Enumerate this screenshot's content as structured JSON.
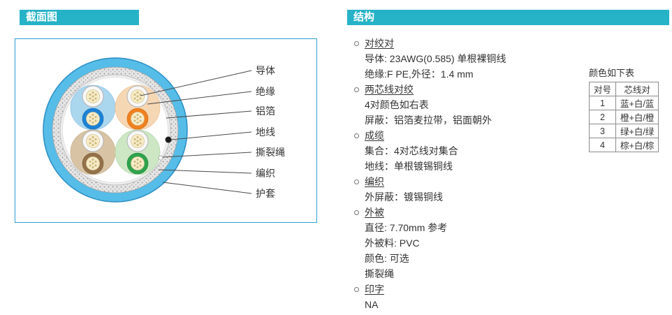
{
  "left_panel": {
    "header": "截面图",
    "labels": [
      "导体",
      "绝缘",
      "铝箔",
      "地线",
      "撕裂绳",
      "编织",
      "护套"
    ]
  },
  "right_panel": {
    "header": "结构",
    "items": [
      {
        "title": "对绞对",
        "lines": [
          "导体: 23AWG(0.585) 单根裸铜线",
          "绝缘:F PE,外径：1.4 mm"
        ]
      },
      {
        "title": "两芯线对绞",
        "lines": [
          "4对颜色如右表",
          "屏蔽：铝箔麦拉带，铝面朝外"
        ]
      },
      {
        "title": "成缆",
        "lines": [
          "集合：4对芯线对集合",
          "地线：单根镀锡铜线"
        ]
      },
      {
        "title": "编织",
        "lines": [
          "外屏蔽：镀锡铜线"
        ]
      },
      {
        "title": "外被",
        "lines": [
          "直径: 7.70mm 参考",
          "外被料: PVC",
          "颜色: 可选",
          "撕裂绳"
        ]
      },
      {
        "title": "印字",
        "lines": [
          "NA"
        ]
      }
    ],
    "color_table": {
      "title": "颜色如下表",
      "headers": [
        "对号",
        "芯线对"
      ],
      "rows": [
        [
          "1",
          "蓝+白/蓝"
        ],
        [
          "2",
          "橙+白/橙"
        ],
        [
          "3",
          "绿+白/绿"
        ],
        [
          "4",
          "棕+白/棕"
        ]
      ]
    }
  },
  "colors": {
    "header_bg": "#26b2c7",
    "box_border": "#2e9fd4",
    "jacket_blue": "#55bde8",
    "pair_blue_bg": "#aad6ee",
    "pair_orange_bg": "#f6d7b4",
    "pair_brown_bg": "#d8c4a4",
    "pair_green_bg": "#cde7c5",
    "wire_blue": "#1b82d6",
    "wire_orange": "#f08120",
    "wire_brown": "#93714a",
    "wire_green": "#2fa34d"
  }
}
